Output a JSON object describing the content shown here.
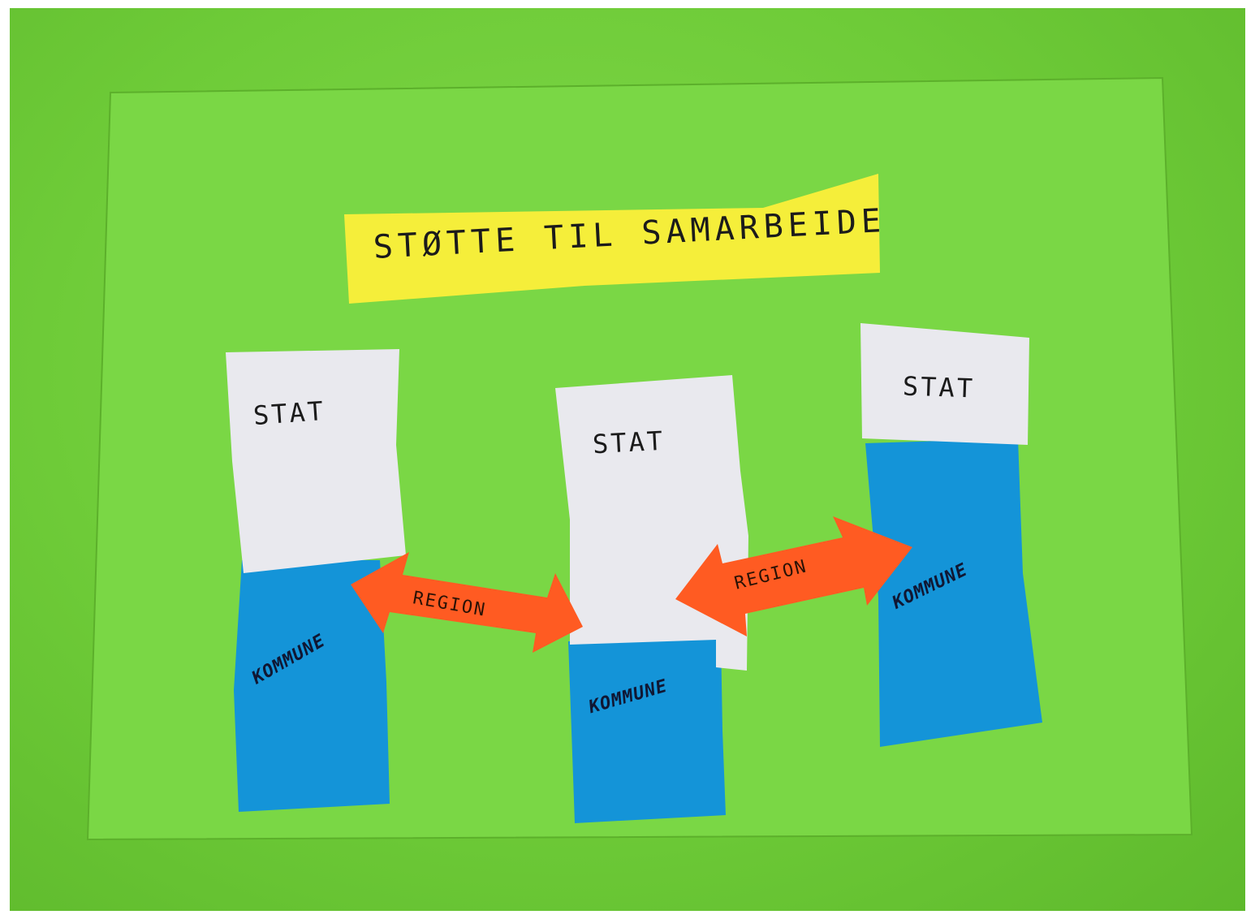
{
  "title": "STØTTE TIL SAMARBEIDE",
  "columns": [
    {
      "top_label": "STAT",
      "bottom_label": "KOMMUNE"
    },
    {
      "top_label": "STAT",
      "bottom_label": "KOMMUNE"
    },
    {
      "top_label": "STAT",
      "bottom_label": "KOMMUNE"
    }
  ],
  "arrows": [
    {
      "label": "REGION"
    },
    {
      "label": "REGION"
    }
  ],
  "colors": {
    "background": "#6ecb38",
    "sheet": "#79d443",
    "title_note": "#f5ee3a",
    "stat_paper": "#e9e9ee",
    "kommune_paper": "#1494d8",
    "region_arrow": "#ff5b22"
  }
}
